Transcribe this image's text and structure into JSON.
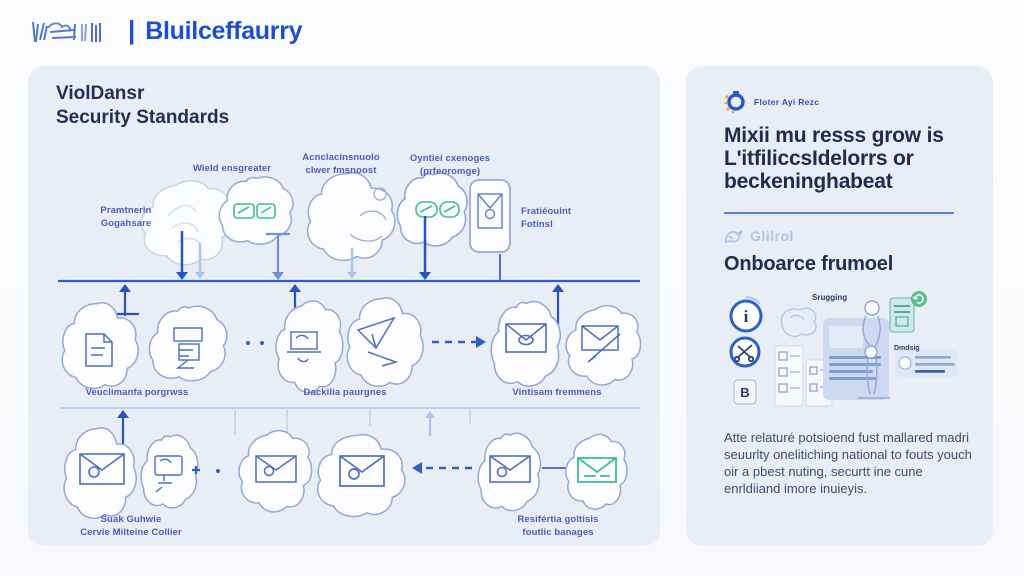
{
  "header": {
    "separator": "|",
    "brand": "Bluilceffaurry"
  },
  "left_panel": {
    "title_line1": "ViolDansr",
    "title_line2": "Security Standards",
    "labels": {
      "row1_left_l1": "Pramtnerin",
      "row1_left_l2": "Gogahsare",
      "row1_a": "Wield ensgreater",
      "row1_b_l1": "Acnclacinsnuolo",
      "row1_b_l2": "clwer fmsnoost",
      "row1_c_l1": "Oyntiei cxenoges",
      "row1_c_l2": "(prfeoromge)",
      "row1_right_l1": "Fratiéouint",
      "row1_right_l2": "Fotinsl",
      "row2_a": "Veuclimanfa porgrwss",
      "row2_b": "Dackilia paurgnes",
      "row2_c": "Vintisam fremmens",
      "row3_a_l1": "Suak Guhwie",
      "row3_a_l2": "Cervie Milteine Collier",
      "row3_b_l1": "Resifértia goltisis",
      "row3_b_l2": "foutlic banages"
    }
  },
  "right_panel": {
    "mini_logo_text": "Floter Ayi Rezc",
    "heading_l1": "Mixii mu resss grow is",
    "heading_l2": "L'itfiliccsIdelorrs or",
    "heading_l3": "beckeninghabeat",
    "subheader_label": "Glilrol",
    "subheading": "Onboarce frumoel",
    "illus_label_1": "Srugging",
    "illus_label_2": "Dmdsig",
    "illus_info": "i",
    "illus_badge_b": "B",
    "paragraph": "Atte relaturé potsioend fust mallared madri seuurlty onelitiching national to fouts youch oir a pbest nuting, securtt ine cune enrldiiand imore inuieyis."
  },
  "icons": {
    "brand_mark": "scribble-logo",
    "mini_logo": "orbit-circle",
    "subheader": "bird-scribble",
    "info": "info-i",
    "tools": "crossed-tools",
    "envelopes": "mail",
    "pills": "green-capsules"
  },
  "colors": {
    "brand_blue": "#1d4ed2",
    "panel_bg": "#e9edf6",
    "title_navy": "#272e55",
    "label_blue": "#4a5ec0",
    "line_strong": "#2f5ec6",
    "line_light": "#bccfec",
    "arrow_light": "#aac6ee",
    "blob_stroke": "#8fa9da",
    "icon_blue": "#4a6fc4",
    "icon_green": "#3fbf8b",
    "divider_blue": "#5583d8",
    "subheader_lightblue": "#a9c6ec",
    "paragraph_grey": "#414d6d"
  }
}
